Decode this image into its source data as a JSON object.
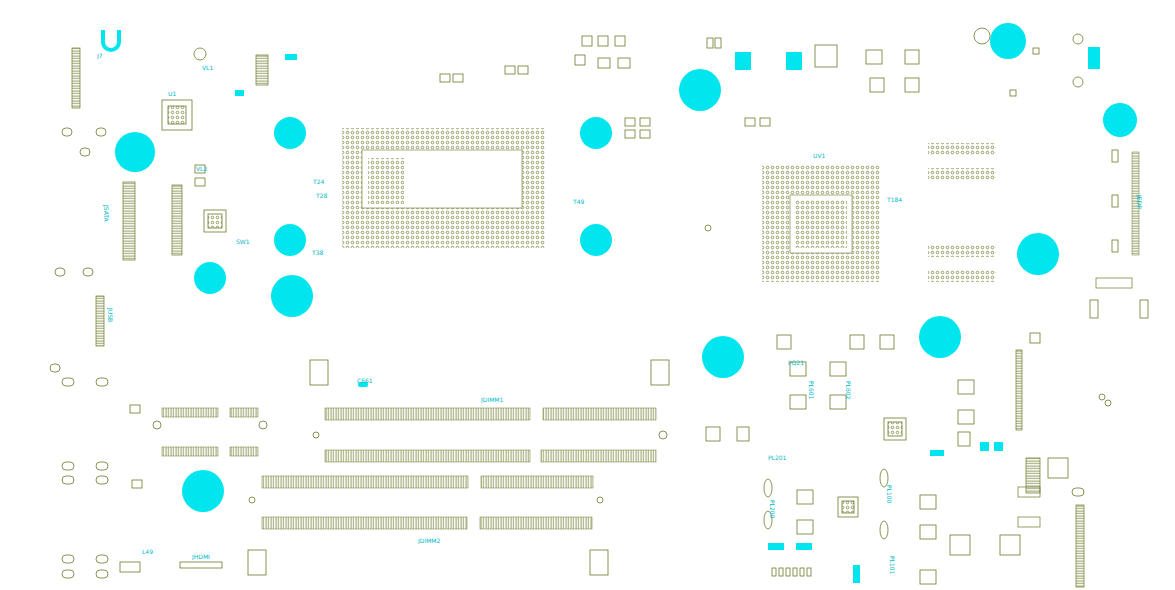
{
  "diagram": {
    "labels": [
      "J7",
      "U1",
      "VL2",
      "SW1",
      "JDIMM1",
      "JDIMM2",
      "UV1",
      "PL601",
      "PL602",
      "PL201",
      "PL200",
      "PL101",
      "JEDP",
      "C661",
      "VL1",
      "T24",
      "T28",
      "T38",
      "T49",
      "T184",
      "PQ21",
      "JSATA",
      "JUSB",
      "JHDMI",
      "L49",
      "PL100"
    ]
  }
}
